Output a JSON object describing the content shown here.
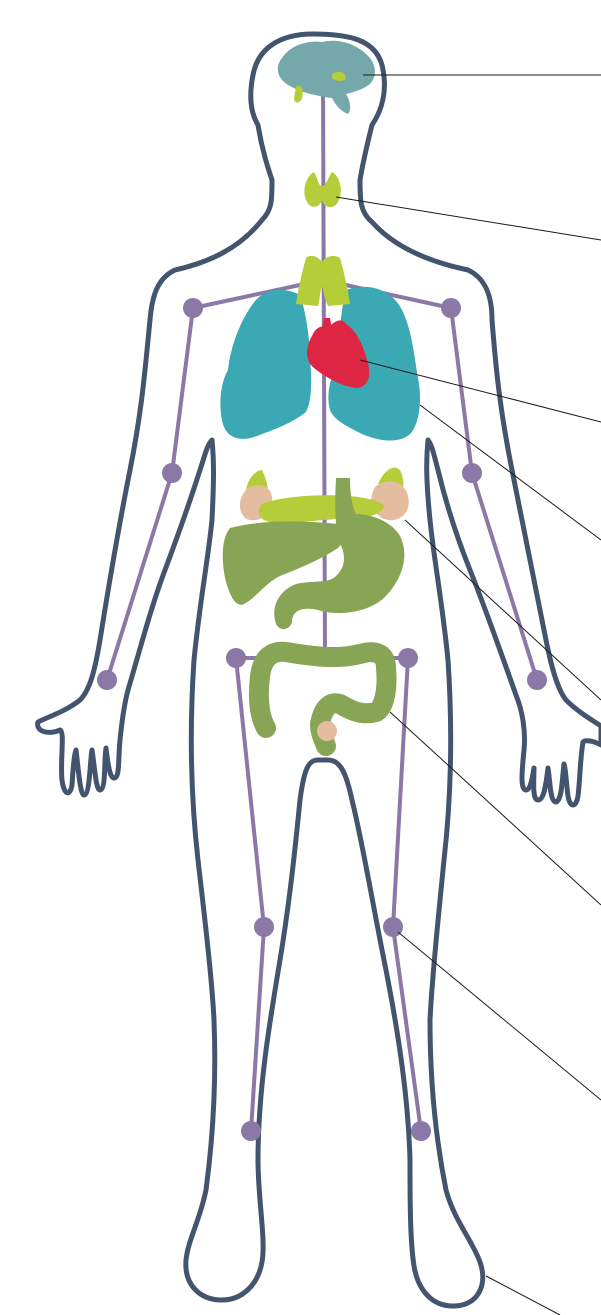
{
  "diagram": {
    "type": "human-body-organ-systems",
    "labels": [],
    "colors": {
      "outline": "#43556E",
      "skeleton": "#8B78A6",
      "brain": "#75A8AA",
      "endocrine": "#B6CD3A",
      "lungs": "#3AA9B3",
      "heart": "#DE2541",
      "digestive": "#88A555",
      "adrenal": "#E4BDA0",
      "leader_line": "#1a1a1a"
    },
    "organs": [
      "brain",
      "pituitary",
      "thyroid",
      "thymus",
      "lungs",
      "heart",
      "adrenal-glands",
      "pancreas",
      "liver",
      "stomach",
      "large-intestine",
      "appendix",
      "skeleton-joints"
    ]
  }
}
